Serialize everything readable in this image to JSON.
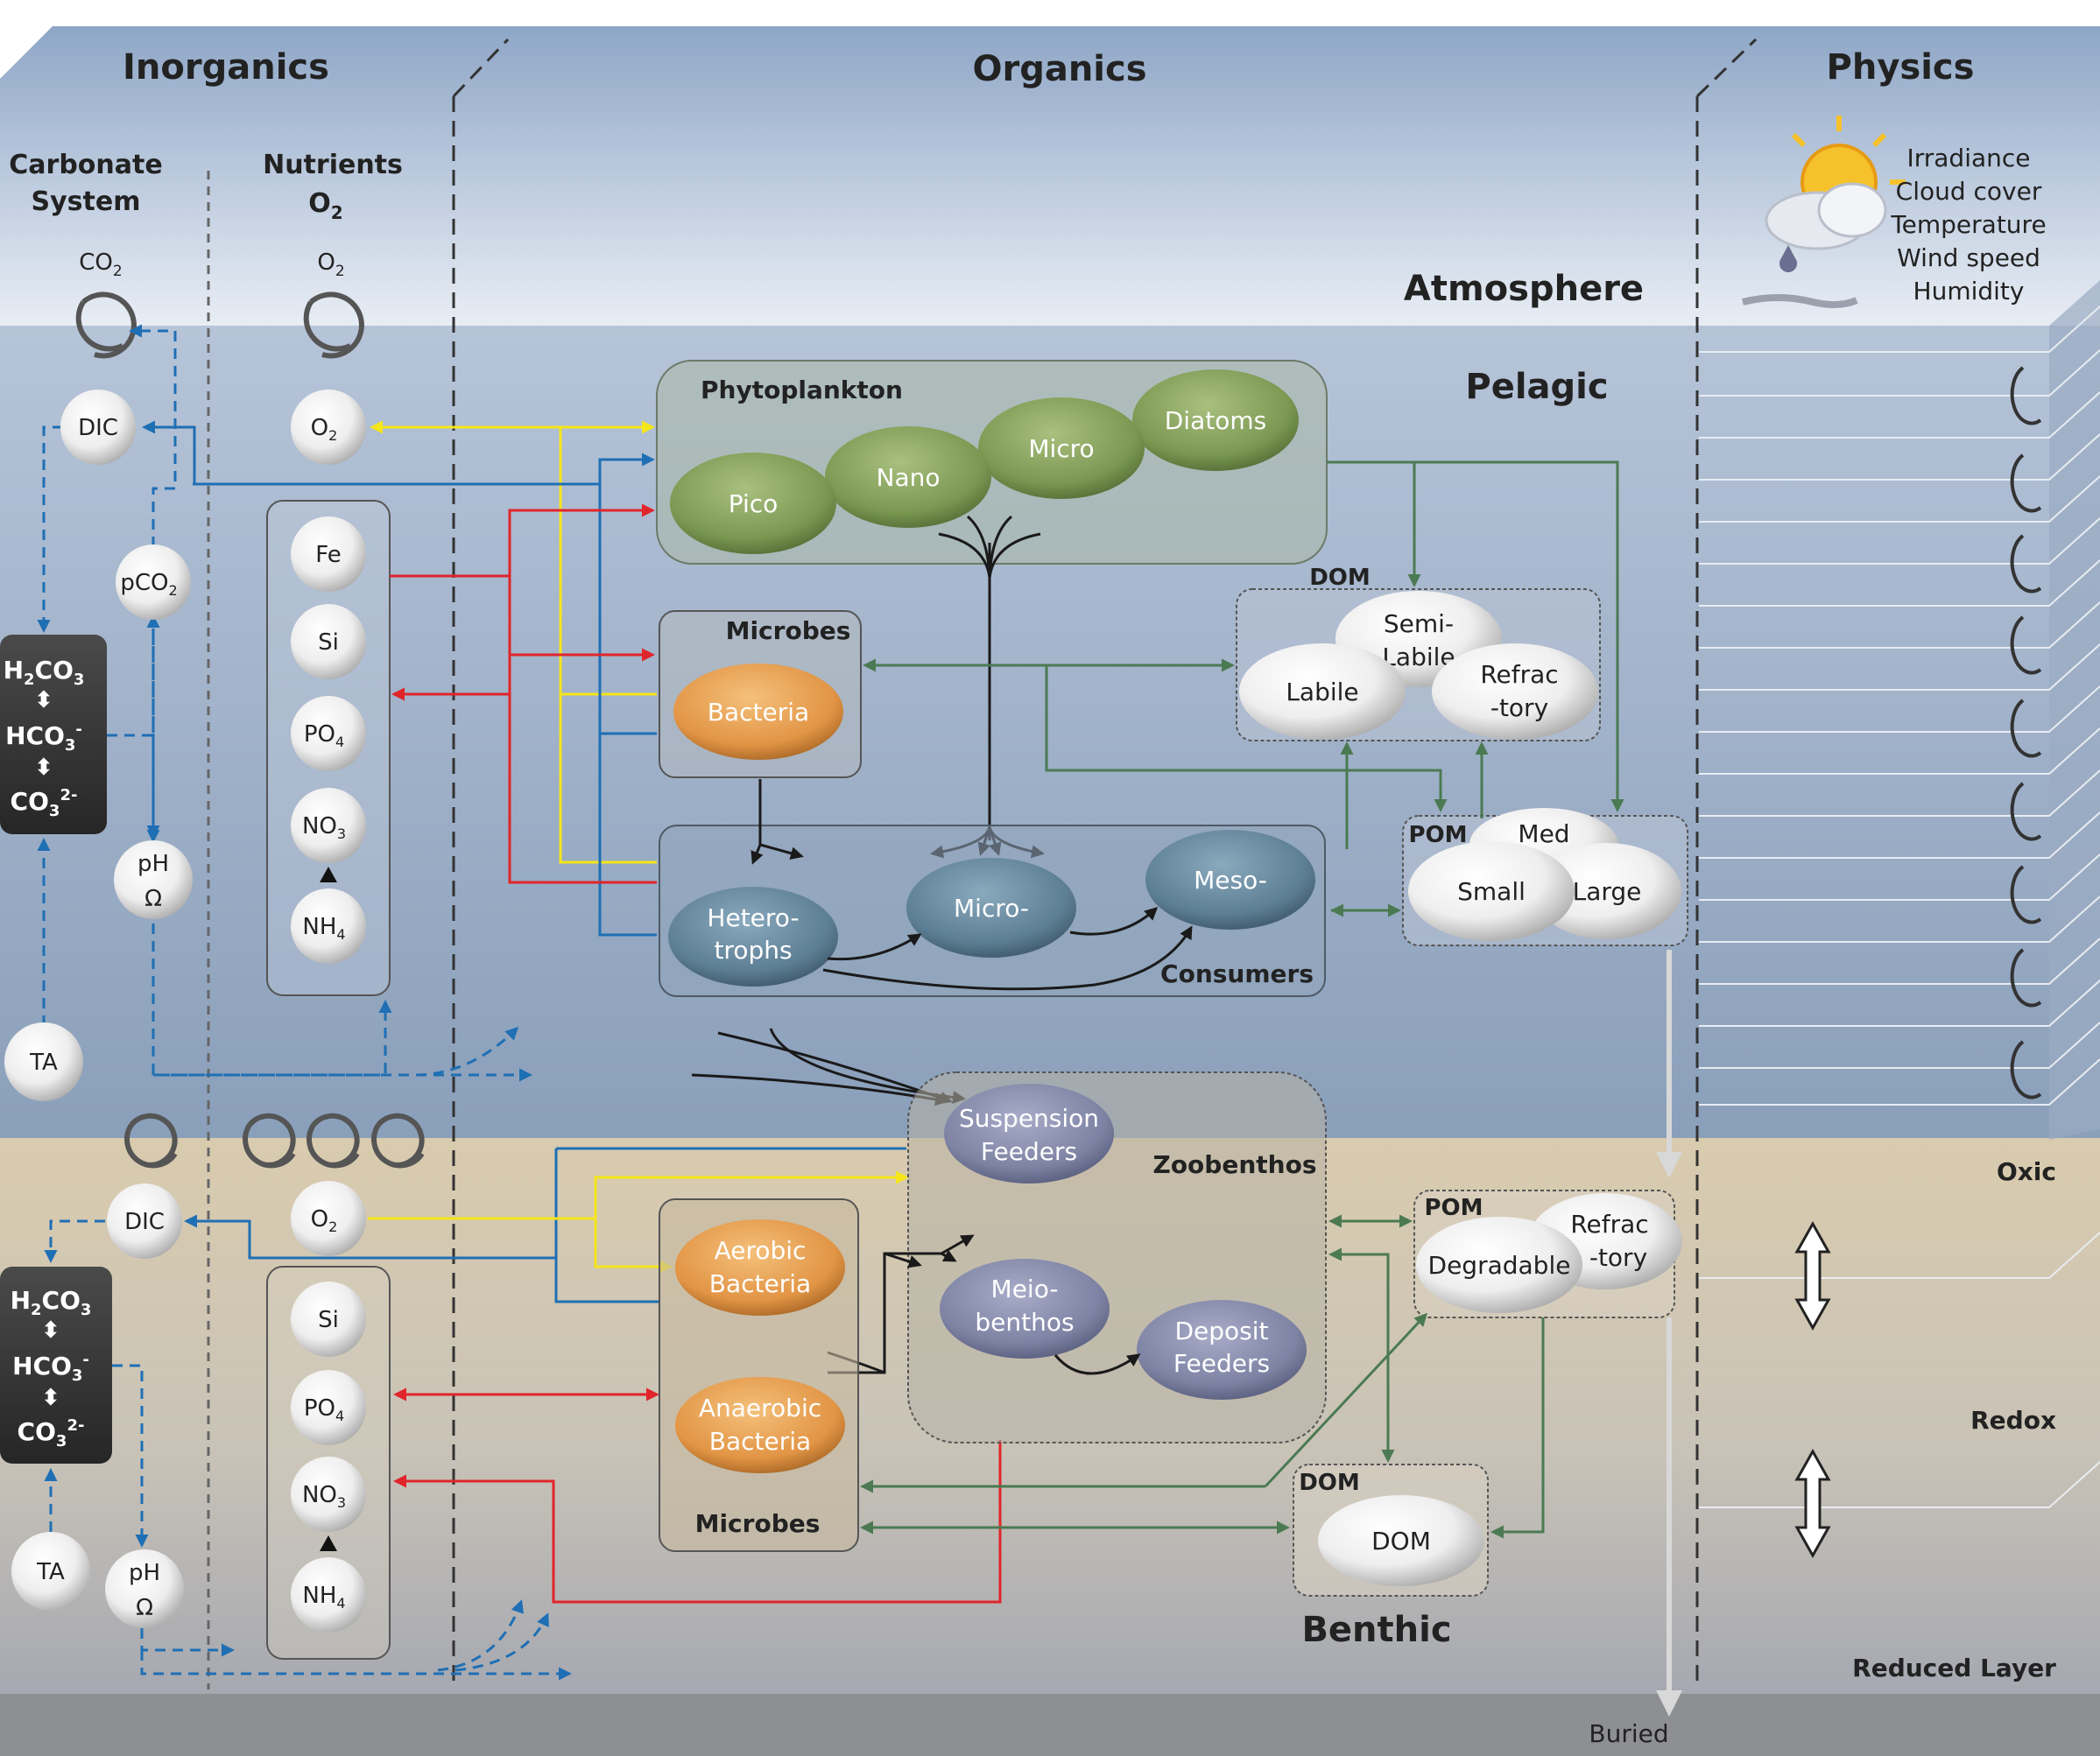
{
  "headers": {
    "inorganics": "Inorganics",
    "organics": "Organics",
    "physics": "Physics"
  },
  "zones": {
    "atmosphere": "Atmosphere",
    "pelagic": "Pelagic",
    "benthic": "Benthic",
    "buried": "Buried",
    "oxic": "Oxic",
    "redox": "Redox",
    "reduced_layer": "Reduced Layer"
  },
  "columns": {
    "carbonate_1": "Carbonate",
    "carbonate_2": "System",
    "nutrients_1": "Nutrients",
    "nutrients_2": "O",
    "nutrients_2_sub": "2"
  },
  "atmosphere_gases": {
    "co2": "CO",
    "co2_sub": "2",
    "o2": "O",
    "o2_sub": "2"
  },
  "physics_list": [
    "Irradiance",
    "Cloud cover",
    "Temperature",
    "Wind speed",
    "Humidity"
  ],
  "pelagic_inorg": {
    "dic": "DIC",
    "pco2": "pCO",
    "pco2_sub": "2",
    "ph": "pH",
    "omega": "Ω",
    "ta": "TA",
    "o2": "O",
    "o2_sub": "2",
    "nutrients": [
      "Fe",
      "Si",
      "PO",
      "NO",
      "NH"
    ],
    "nutrient_subs": [
      "",
      "",
      "4",
      "3",
      "4"
    ]
  },
  "carbonate_box": {
    "h2co3": "H",
    "h2co3_2": "2",
    "h2co3_3": "CO",
    "h2co3_4": "3",
    "hco3": "HCO",
    "hco3_sub": "3",
    "hco3_sup": "-",
    "co3": "CO",
    "co3_sub": "3",
    "co3_sup": "2-"
  },
  "phytoplankton": {
    "label": "Phytoplankton",
    "items": [
      "Pico",
      "Nano",
      "Micro",
      "Diatoms"
    ]
  },
  "microbes_pelagic": {
    "label": "Microbes",
    "bacteria": "Bacteria"
  },
  "consumers": {
    "label": "Consumers",
    "hetero_1": "Hetero-",
    "hetero_2": "trophs",
    "micro": "Micro-",
    "meso": "Meso-"
  },
  "dom_pelagic": {
    "label": "DOM",
    "semi_1": "Semi-",
    "semi_2": "Labile",
    "labile": "Labile",
    "refrac_1": "Refrac",
    "refrac_2": "-tory"
  },
  "pom_pelagic": {
    "label": "POM",
    "med": "Med",
    "small": "Small",
    "large": "Large"
  },
  "benthic_inorg": {
    "dic": "DIC",
    "ta": "TA",
    "ph": "pH",
    "omega": "Ω",
    "o2": "O",
    "o2_sub": "2",
    "nutrients": [
      "Si",
      "PO",
      "NO",
      "NH"
    ],
    "nutrient_subs": [
      "",
      "4",
      "3",
      "4"
    ]
  },
  "zoobenthos": {
    "label": "Zoobenthos",
    "susp_1": "Suspension",
    "susp_2": "Feeders",
    "meio_1": "Meio-",
    "meio_2": "benthos",
    "deposit_1": "Deposit",
    "deposit_2": "Feeders"
  },
  "microbes_benthic": {
    "label": "Microbes",
    "aerobic_1": "Aerobic",
    "aerobic_2": "Bacteria",
    "anaerobic_1": "Anaerobic",
    "anaerobic_2": "Bacteria"
  },
  "pom_benthic": {
    "label": "POM",
    "degradable": "Degradable",
    "refrac_1": "Refrac",
    "refrac_2": "-tory"
  },
  "dom_benthic": {
    "label": "DOM",
    "dom": "DOM"
  },
  "colors": {
    "blue_arrow": "#1f6fb4",
    "red_arrow": "#e0252b",
    "yellow_arrow": "#f5e51a",
    "green_arrow": "#4b7a52",
    "black_arrow": "#1a1a1a",
    "phyto": "#7c9a55",
    "bacteria": "#e39a4c",
    "consumer": "#5e8197",
    "zoo": "#7f84a6"
  }
}
